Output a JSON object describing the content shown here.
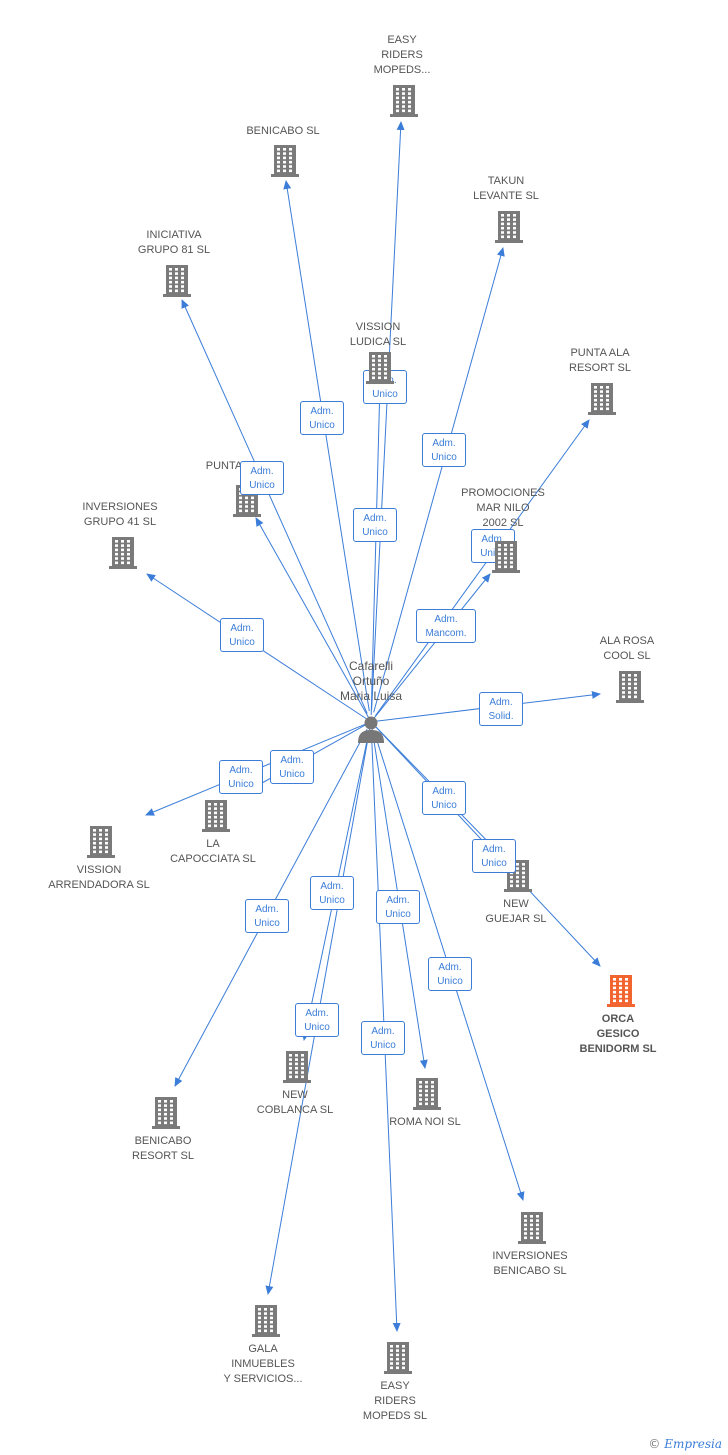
{
  "center": {
    "label": "Cafarelli\nOrtuño\nMaria Luisa"
  },
  "colors": {
    "edge": "#3b7dd8",
    "building": "#7a7a7a",
    "highlight": "#f26430",
    "text": "#555555"
  },
  "nodes": [
    {
      "id": "easy-riders-top",
      "label": "EASY\nRIDERS\nMOPEDS...",
      "icon": "building-icon",
      "role": "Adm.\nUnico"
    },
    {
      "id": "benicabo-sl",
      "label": "BENICABO SL",
      "icon": "building-icon",
      "role": "Adm.\nUnico"
    },
    {
      "id": "takun-levante",
      "label": "TAKUN\nLEVANTE SL",
      "icon": "building-icon",
      "role": "Adm.\nUnico"
    },
    {
      "id": "iniciativa-grupo-81",
      "label": "INICIATIVA\nGRUPO 81  SL",
      "icon": "building-icon",
      "role": "Adm.\nUnico"
    },
    {
      "id": "vission-ludica",
      "label": "VISSION\nLUDICA SL",
      "icon": "building-icon",
      "role": "Adm.\nUnico"
    },
    {
      "id": "punta-ala-resort",
      "label": "PUNTA ALA\nRESORT SL",
      "icon": "building-icon",
      "role": "Adm.\nUnico"
    },
    {
      "id": "punta",
      "label": "PUNTA",
      "icon": "building-icon",
      "role": "Adm.\nUnico"
    },
    {
      "id": "promociones-mar-nilo",
      "label": "PROMOCIONES\nMAR NILO\n2002 SL",
      "icon": "building-icon",
      "role": "Adm.\nMancom."
    },
    {
      "id": "inversiones-grupo-41",
      "label": "INVERSIONES\nGRUPO 41 SL",
      "icon": "building-icon",
      "role": "Adm.\nUnico"
    },
    {
      "id": "ala-rosa-cool",
      "label": "ALA ROSA\nCOOL SL",
      "icon": "building-icon",
      "role": "Adm.\nSolid."
    },
    {
      "id": "la-capocciata",
      "label": "LA\nCAPOCCIATA SL",
      "icon": "building-icon",
      "role": "Adm.\nUnico"
    },
    {
      "id": "vission-arrendadora",
      "label": "VISSION\nARRENDADORA SL",
      "icon": "building-icon",
      "role": "Adm.\nUnico"
    },
    {
      "id": "new-guejar",
      "label": "NEW\nGUEJAR SL",
      "icon": "building-icon",
      "role": "Adm.\nUnico"
    },
    {
      "id": "orca-gesico",
      "label": "ORCA\nGESICO\nBENIDORM SL",
      "icon": "building-icon",
      "role": "Adm.\nUnico",
      "highlight": true
    },
    {
      "id": "benicabo-resort",
      "label": "BENICABO\nRESORT SL",
      "icon": "building-icon",
      "role": "Adm.\nUnico"
    },
    {
      "id": "new-coblanca",
      "label": "NEW\nCOBLANCA SL",
      "icon": "building-icon",
      "role": "Adm.\nUnico"
    },
    {
      "id": "roma-noi",
      "label": "ROMA NOI SL",
      "icon": "building-icon",
      "role": "Adm.\nUnico"
    },
    {
      "id": "inversiones-benicabo",
      "label": "INVERSIONES\nBENICABO SL",
      "icon": "building-icon",
      "role": "Adm.\nUnico"
    },
    {
      "id": "gala-inmuebles",
      "label": "GALA\nINMUEBLES\nY SERVICIOS...",
      "icon": "building-icon",
      "role": "Adm.\nUnico"
    },
    {
      "id": "easy-riders-bottom",
      "label": "EASY\nRIDERS\nMOPEDS SL",
      "icon": "building-icon",
      "role": "Adm.\nUnico"
    }
  ],
  "branding": {
    "copyright": "©",
    "name": "Empresia"
  }
}
